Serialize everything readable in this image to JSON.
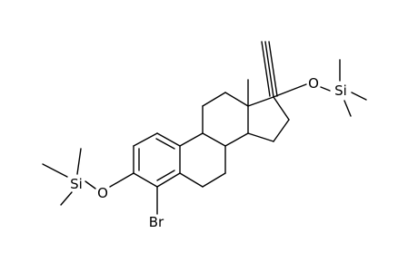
{
  "molecule": {
    "atom_labels": {
      "si_left": "Si",
      "o_left": "O",
      "br": "Br",
      "o_right": "O",
      "si_right": "Si"
    },
    "colors": {
      "bond": "#000000",
      "text": "#000000",
      "background": "#ffffff"
    }
  }
}
